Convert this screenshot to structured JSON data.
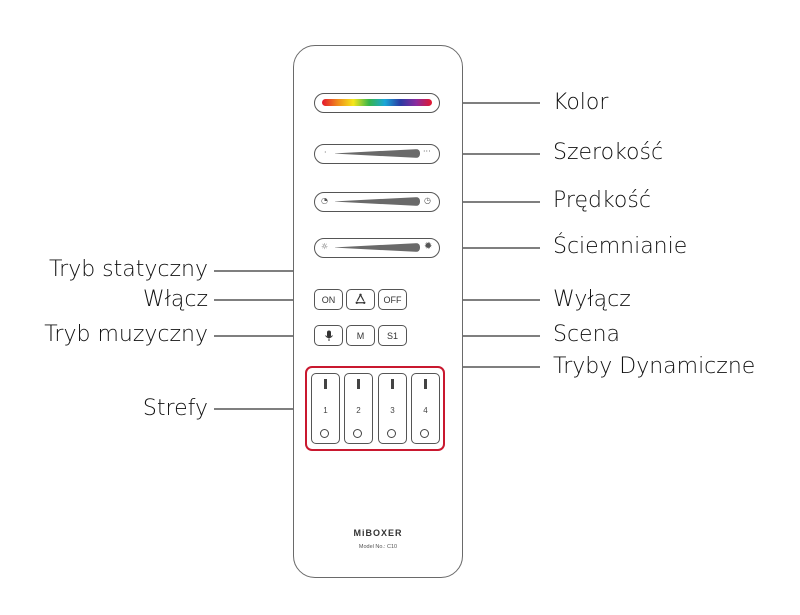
{
  "labels": {
    "kolor": "Kolor",
    "szerokosc": "Szerokość",
    "predkosc": "Prędkość",
    "sciemnianie": "Ściemnianie",
    "tryb_statyczny": "Tryb statyczny",
    "wlacz": "Włącz",
    "wylacz": "Wyłącz",
    "tryb_muzyczny": "Tryb muzyczny",
    "scena": "Scena",
    "tryby_dynamiczne": "Tryby Dynamiczne",
    "strefy": "Strefy"
  },
  "remote": {
    "buttons": {
      "on": "ON",
      "off": "OFF",
      "m": "M",
      "s1": "S1",
      "mic_icon": "microphone-icon",
      "static_icon": "cycle-arrows-icon"
    },
    "zones": [
      "1",
      "2",
      "3",
      "4"
    ],
    "brand": "MiBOXER",
    "model": "Model No.: C10"
  },
  "colors": {
    "zone_highlight": "#c9182f",
    "outline": "#555555"
  }
}
